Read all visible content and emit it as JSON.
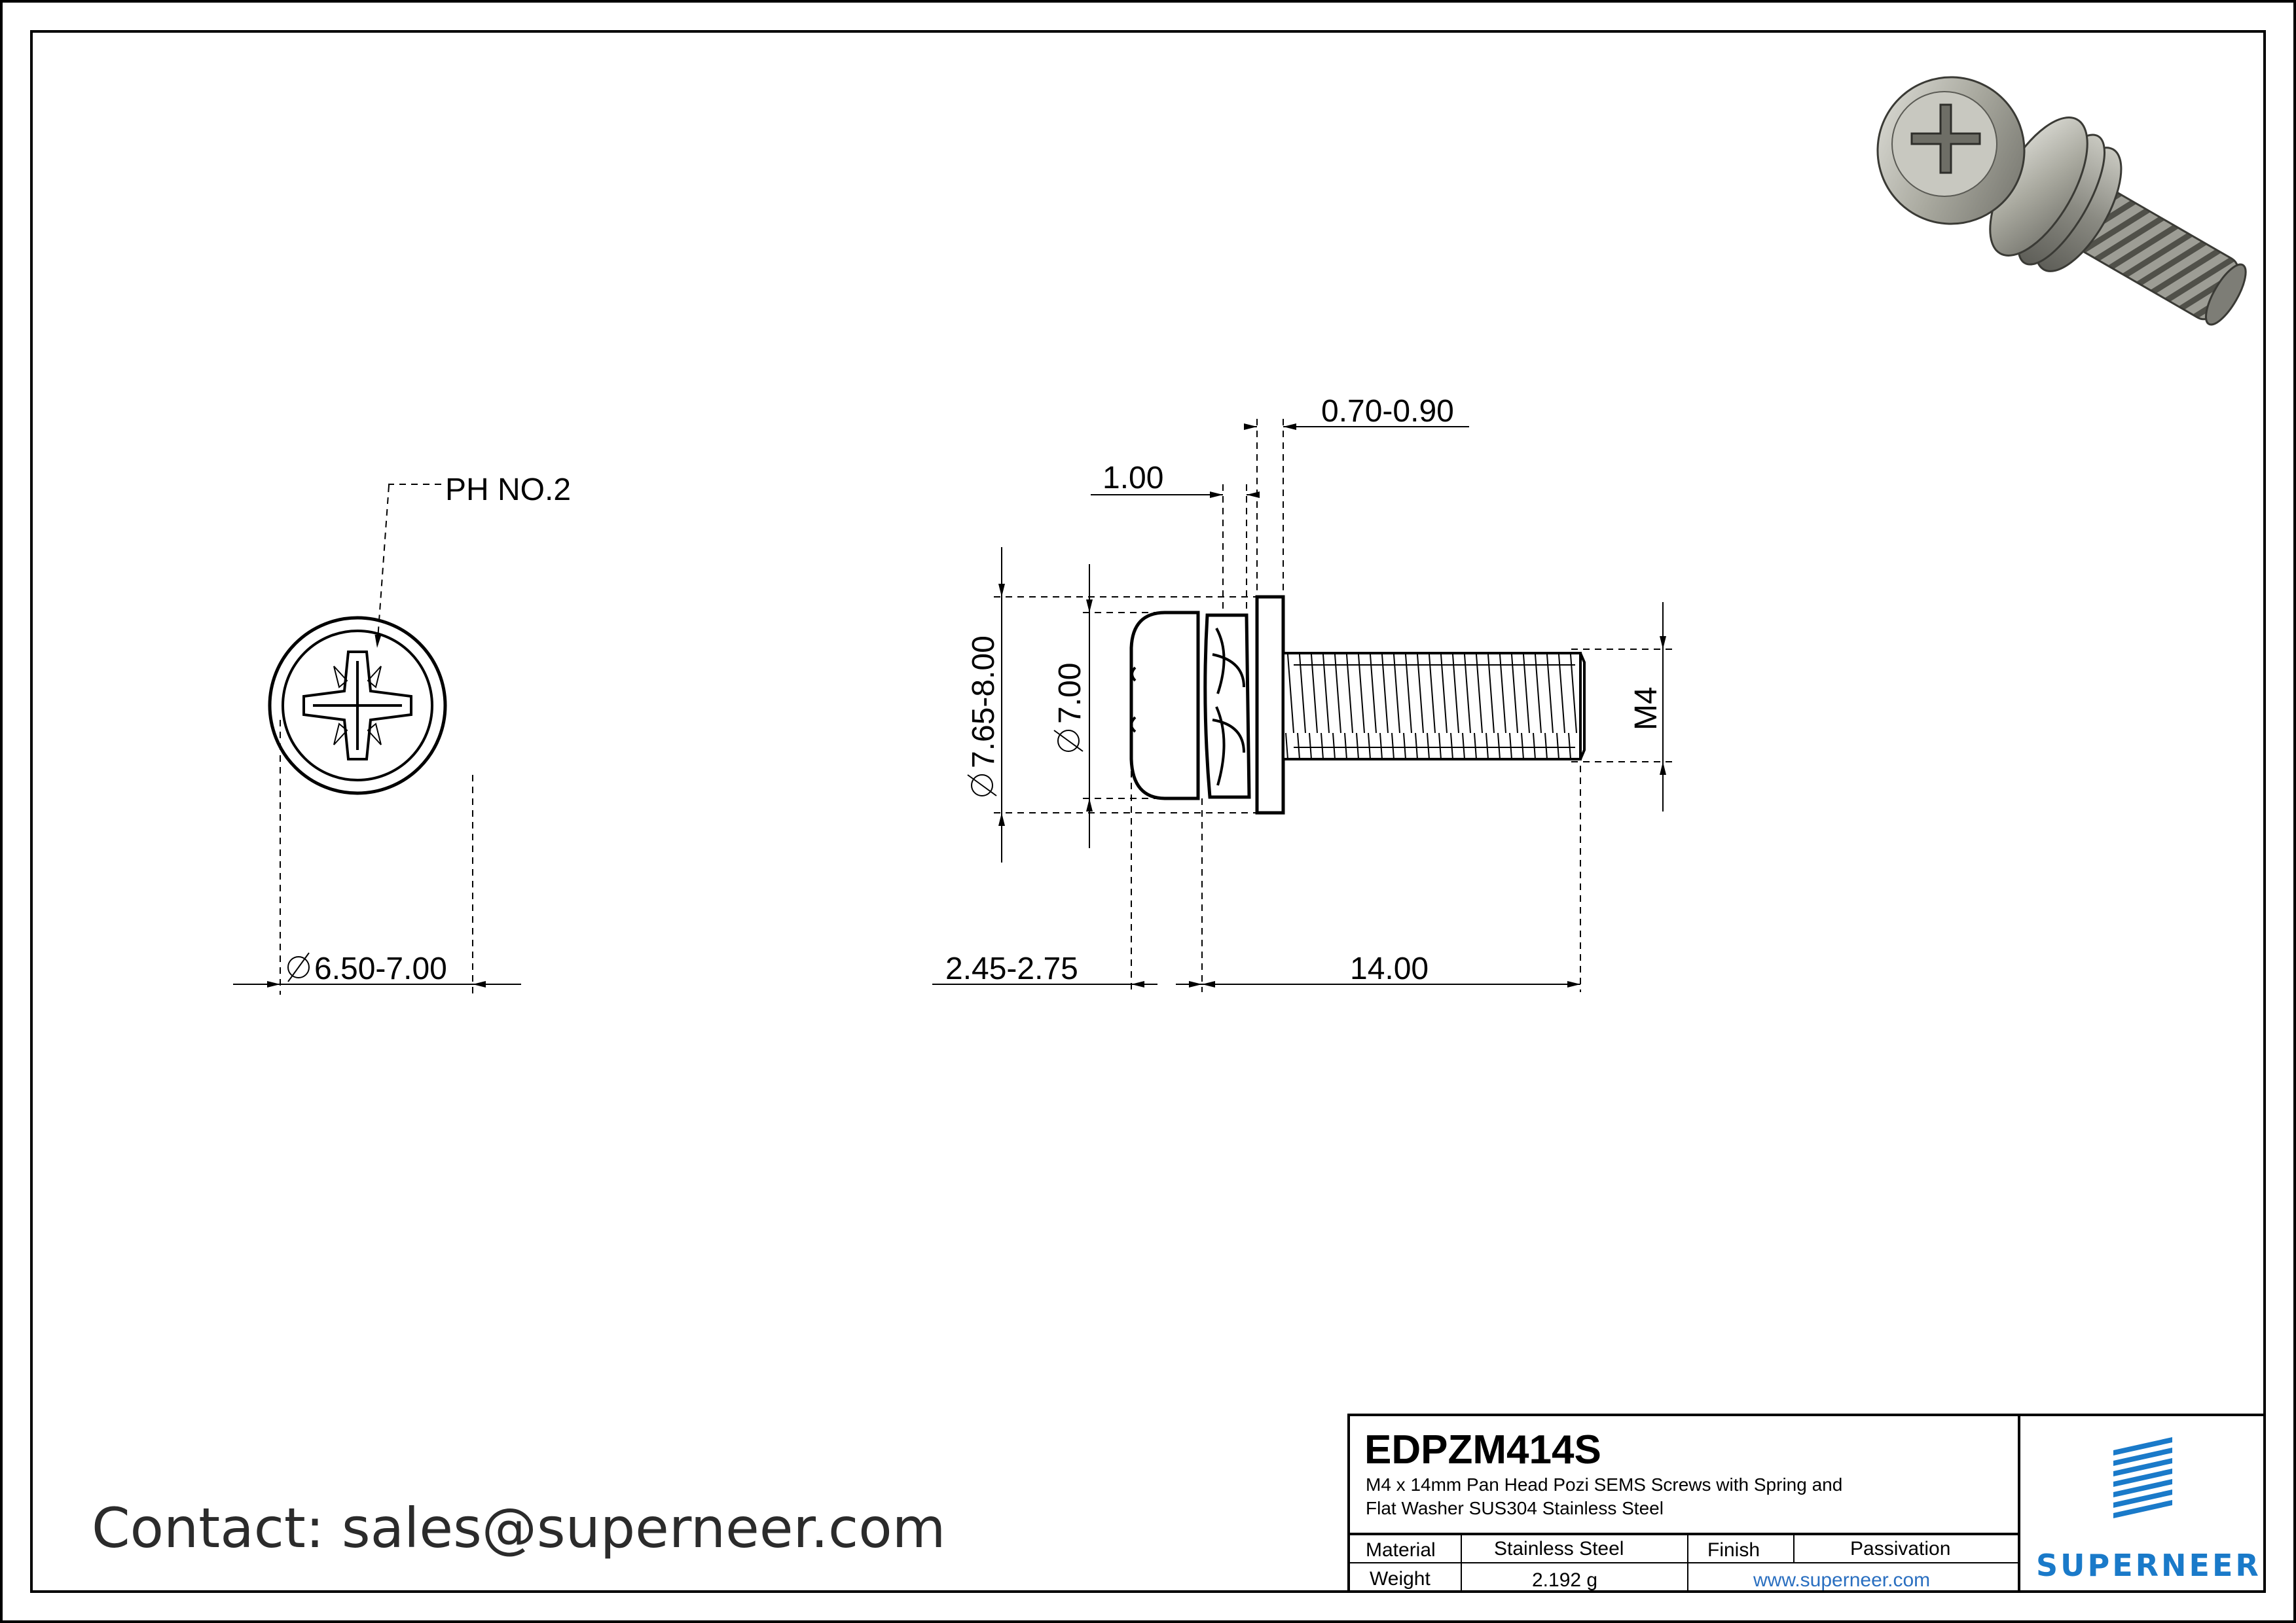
{
  "drawing": {
    "thread_label": "M4",
    "drive_label": "PH NO.2",
    "dimensions": {
      "head_dia_front": "6.50-7.00",
      "washer_outer_dia": "7.65-8.00",
      "head_dia_side": "7.00",
      "flat_washer_thickness": "0.70-0.90",
      "spring_washer_thickness": "1.00",
      "head_height": "2.45-2.75",
      "length": "14.00"
    }
  },
  "contact": "Contact: sales@superneer.com",
  "title_block": {
    "part_code": "EDPZM414S",
    "description_line1": "M4 x 14mm Pan Head Pozi SEMS Screws with Spring and",
    "description_line2": "Flat Washer SUS304 Stainless Steel",
    "material_label": "Material",
    "material_value": "Stainless Steel",
    "finish_label": "Finish",
    "finish_value": "Passivation",
    "weight_label": "Weight",
    "weight_value": "2.192 g",
    "website": "www.superneer.com",
    "logo_text": "SUPERNEER"
  },
  "colors": {
    "logo_blue": "#1a7ac9",
    "link_blue": "#2a6fc0"
  }
}
